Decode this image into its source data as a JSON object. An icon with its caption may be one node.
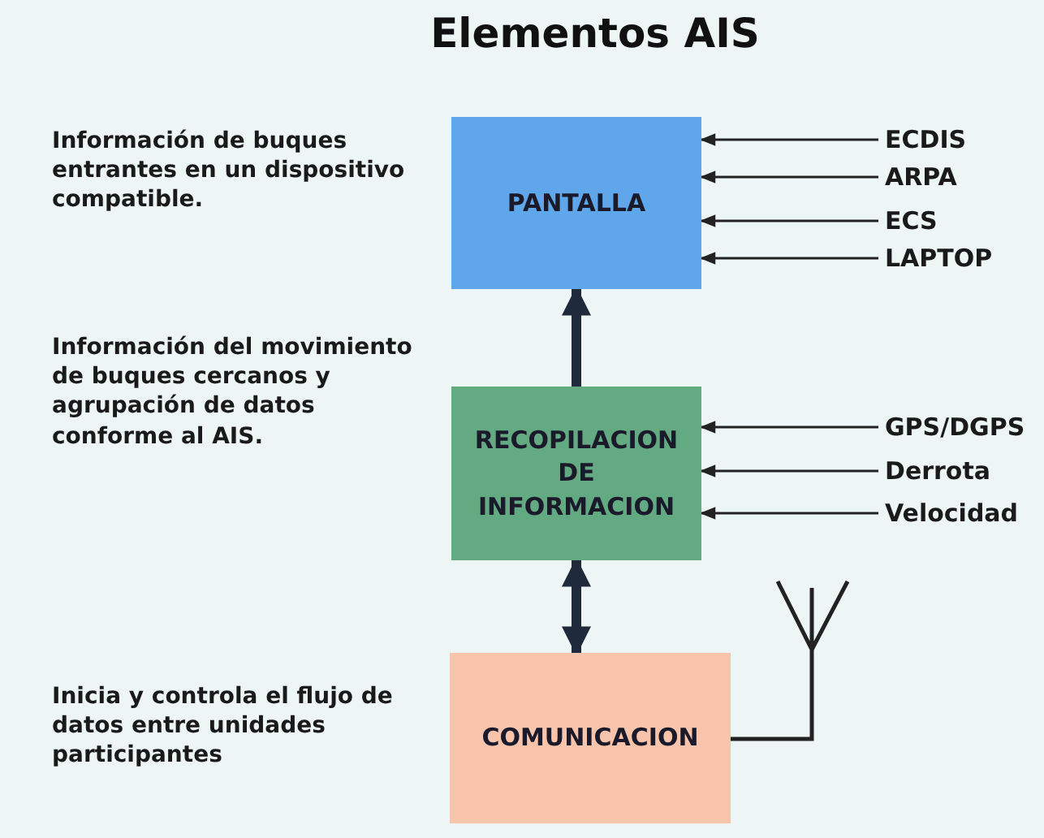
{
  "diagram": {
    "title": "Elementos AIS",
    "nodes": [
      {
        "text": [
          "PANTALLA"
        ],
        "beside": [
          "Información de buques entrantes en un dispositivo compatible."
        ]
      },
      {
        "text": [
          "RECOPILACION DE INFORMACION"
        ],
        "beside": [
          "Información del movimiento de buques cercanos y agrupación de datos conforme al AIS."
        ]
      },
      {
        "text": [
          "COMUNICACION"
        ],
        "beside": [
          "Inicia y controla el flujo de datos entre unidades participantes"
        ]
      },
      {
        "text": [
          "ECDIS"
        ]
      },
      {
        "text": [
          "ARPA"
        ]
      },
      {
        "text": [
          "ECS"
        ]
      },
      {
        "text": [
          "LAPTOP"
        ]
      },
      {
        "text": [
          "GPS/DGPS"
        ]
      },
      {
        "text": [
          "Derrota"
        ]
      },
      {
        "text": [
          "Velocidad"
        ]
      }
    ],
    "edges": [
      {
        "from": 1,
        "to": 0,
        "arrow": "to",
        "style": "thick"
      },
      {
        "from": 1,
        "to": 2,
        "arrow": "both",
        "style": "thick"
      },
      {
        "from": 3,
        "to": 0,
        "arrow": "to"
      },
      {
        "from": 4,
        "to": 0,
        "arrow": "to"
      },
      {
        "from": 5,
        "to": 0,
        "arrow": "to"
      },
      {
        "from": 6,
        "to": 0,
        "arrow": "to"
      },
      {
        "from": 7,
        "to": 1,
        "arrow": "to"
      },
      {
        "from": 8,
        "to": 1,
        "arrow": "to"
      },
      {
        "from": 9,
        "to": 1,
        "arrow": "to"
      }
    ]
  }
}
